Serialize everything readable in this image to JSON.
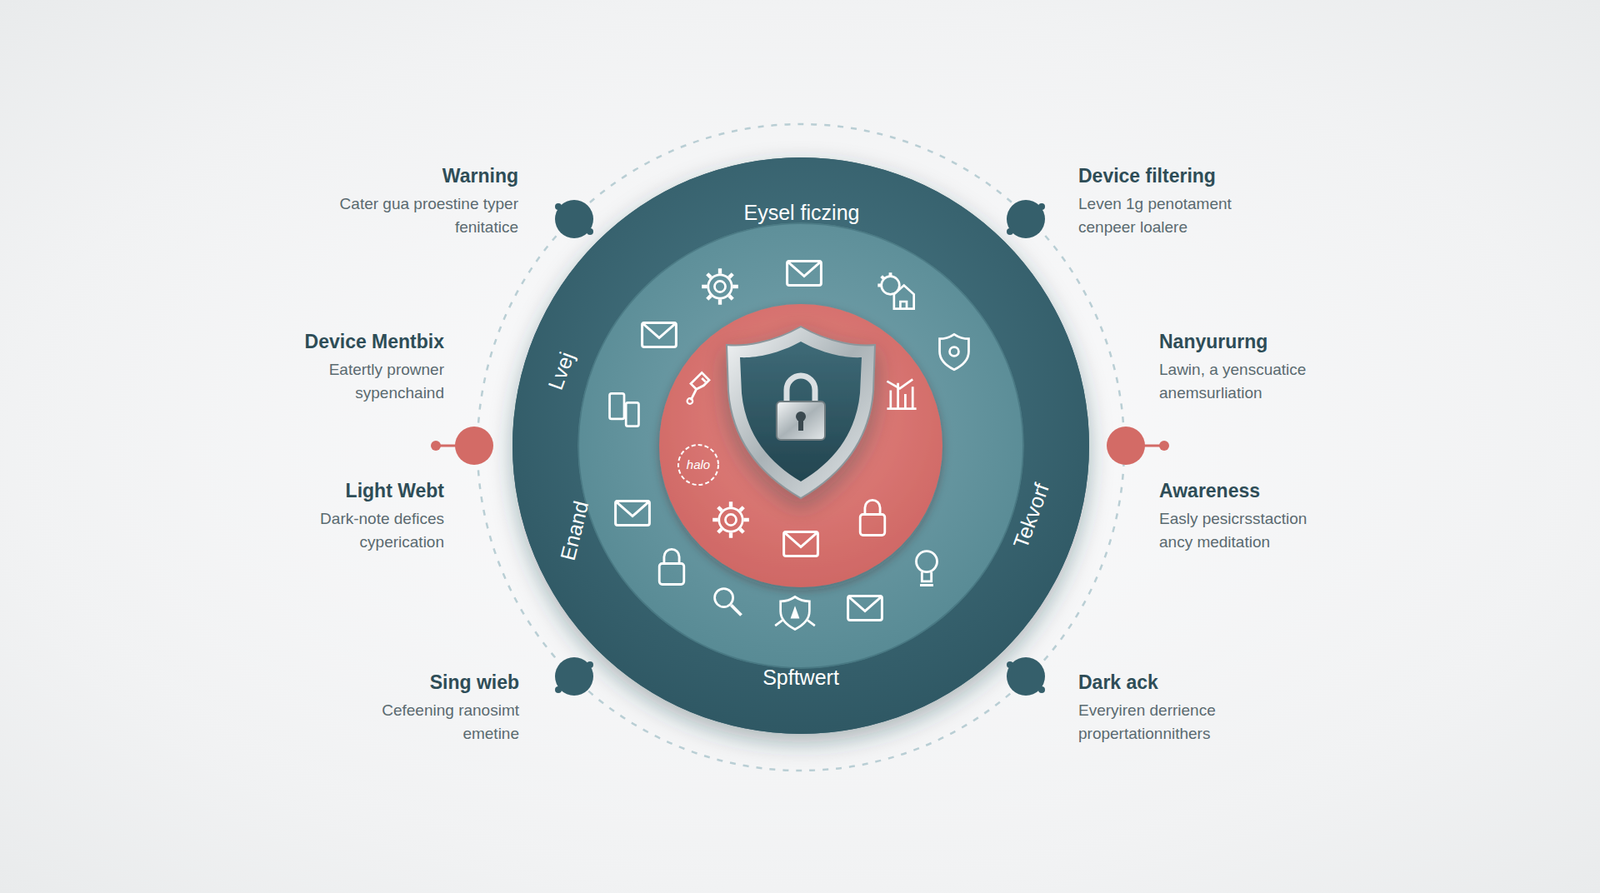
{
  "diagram": {
    "nodes": [
      {
        "text": [
          "Eysel ficzing",
          "Lvej",
          "Enand",
          "Tekvorf",
          "Spftwert"
        ]
      },
      {
        "text": [
          "Warning",
          "Cater gua proestine typer fenitatice"
        ]
      },
      {
        "text": [
          "Device filtering",
          "Leven 1g penotament cenpeer loalere"
        ]
      },
      {
        "text": [
          "Device Mentbix",
          "Eatertly prowner sypenchaind"
        ]
      },
      {
        "text": [
          "Nanyururng",
          "Lawin, a yenscuatice anemsurliation"
        ]
      },
      {
        "text": [
          "Light Webt",
          "Dark-note defices cyperication"
        ]
      },
      {
        "text": [
          "Awareness",
          "Easly pesicrsstaction ancy meditation"
        ]
      },
      {
        "text": [
          "Sing wieb",
          "Cefeening ranosimt emetine"
        ]
      },
      {
        "text": [
          "Dark ack",
          "Everyiren derrience propertationnithers"
        ]
      }
    ],
    "labels": [
      "halo"
    ]
  }
}
